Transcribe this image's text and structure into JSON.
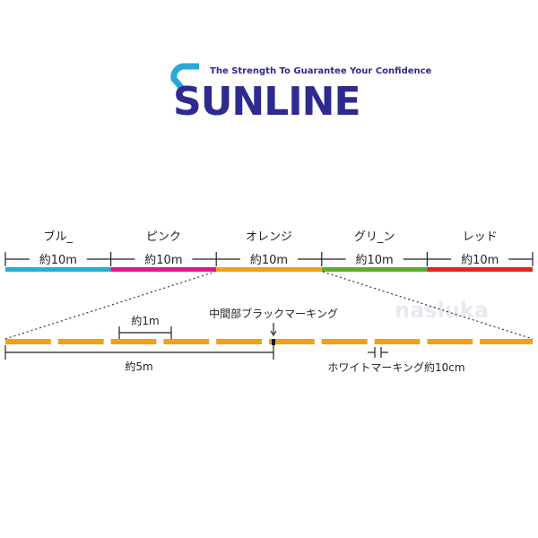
{
  "logo": {
    "brand": "SUNLINE",
    "tagline": "The Strength To Guarantee  Your Confidence",
    "colors": {
      "navy": "#2e2a8e",
      "cyan": "#2aa8d8"
    }
  },
  "watermark": "nasluka",
  "color_segments": [
    {
      "name": "ブル_",
      "length": "約10m",
      "color": "#1cb4d6"
    },
    {
      "name": "ピンク",
      "length": "約10m",
      "color": "#e8168c"
    },
    {
      "name": "オレンジ",
      "length": "約10m",
      "color": "#f5a00f"
    },
    {
      "name": "グリ_ン",
      "length": "約10m",
      "color": "#5ab025"
    },
    {
      "name": "レッド",
      "length": "約10m",
      "color": "#e8231e"
    }
  ],
  "detail": {
    "dash_count": 10,
    "dash_color": "#f5a00f",
    "one_meter_label": "約1m",
    "five_meter_label": "約5m",
    "black_marking_label": "中間部ブラックマーキング",
    "white_marking_label": "ホワイトマーキング約10cm"
  }
}
